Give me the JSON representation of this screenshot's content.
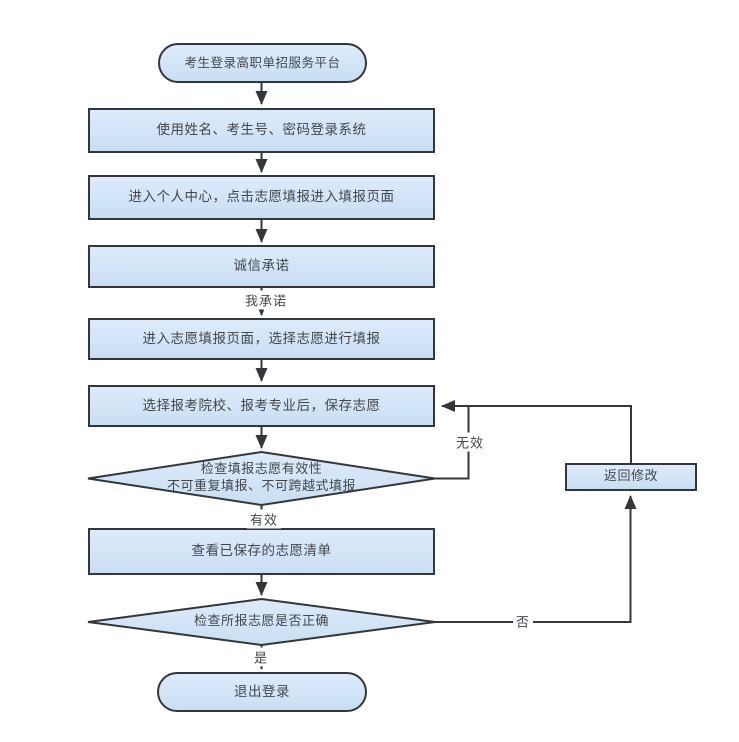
{
  "diagram": {
    "type": "flowchart",
    "accent_fill": "#cfe3f7",
    "stroke_color": "#33363a",
    "nodes": {
      "start": {
        "shape": "stadium",
        "label": "考生登录高职单招服务平台"
      },
      "login": {
        "shape": "rect",
        "label": "使用姓名、考生号、密码登录系统"
      },
      "personal_center": {
        "shape": "rect",
        "label": "进入个人中心，点击志愿填报进入填报页面"
      },
      "promise": {
        "shape": "rect",
        "label": "诚信承诺"
      },
      "fill_page": {
        "shape": "rect",
        "label": "进入志愿填报页面，选择志愿进行填报"
      },
      "save": {
        "shape": "rect",
        "label": "选择报考院校、报考专业后，保存志愿"
      },
      "check_valid": {
        "shape": "diamond",
        "label_line1": "检查填报志愿有效性",
        "label_line2": "不可重复填报、不可跨越式填报"
      },
      "view_list": {
        "shape": "rect",
        "label": "查看已保存的志愿清单"
      },
      "check_correct": {
        "shape": "diamond",
        "label": "检查所报志愿是否正确"
      },
      "logout": {
        "shape": "stadium",
        "label": "退出登录"
      },
      "modify": {
        "shape": "rect",
        "label": "返回修改"
      }
    },
    "edge_labels": {
      "i_promise": "我承诺",
      "invalid": "无效",
      "valid": "有效",
      "no": "否",
      "yes": "是"
    }
  }
}
